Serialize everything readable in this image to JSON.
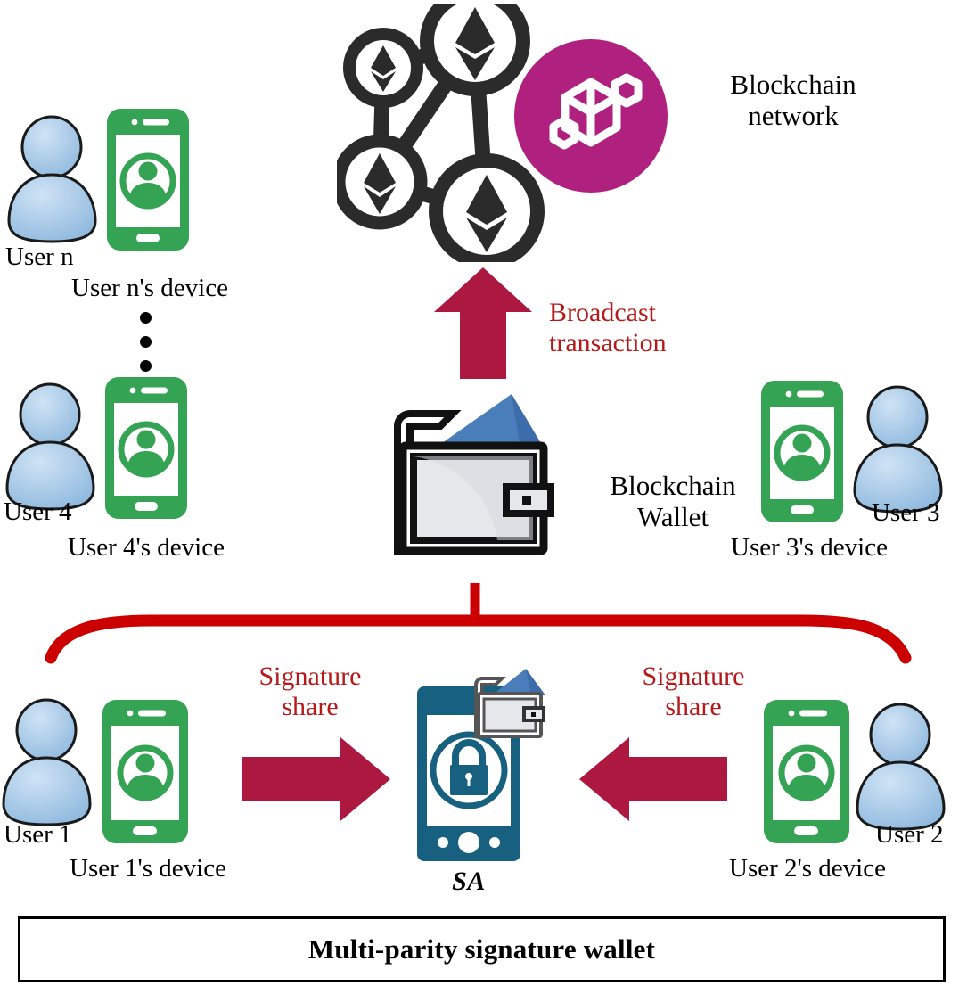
{
  "diagram": {
    "title": "Multi-party signature wallet with blockchain network",
    "colors": {
      "crimson_arrow": "#AD1841",
      "red_bracket": "#CC0000",
      "red_text": "#B51A1A",
      "phone_green": "#34A353",
      "avatar_blue": "#9CC3E4",
      "magenta_badge": "#B0217F",
      "node_dark": "#2B2B2B",
      "wallet_flap_blue": "#4A7EBB",
      "wallet_body_grey": "#E6E7EB",
      "sa_device_teal": "#17607F",
      "outline_black": "#000000"
    }
  },
  "network": {
    "label_line1": "Blockchain",
    "label_line2": "network",
    "badge_icon": "blockchain-cube-icon",
    "node_icon": "ethereum-node-icon",
    "node_count": 4
  },
  "broadcast": {
    "label_line1": "Broadcast",
    "label_line2": "transaction",
    "arrow_icon": "up-arrow-icon"
  },
  "wallet": {
    "label_line1": "Blockchain",
    "label_line2": "Wallet",
    "icon": "wallet-icon"
  },
  "sa": {
    "label": "SA",
    "device_icon": "locked-phone-icon",
    "wallet_overlay_icon": "wallet-icon"
  },
  "users": [
    {
      "id": "user-n",
      "name": "User n",
      "device_label": "User n's device",
      "avatar_icon": "user-avatar-icon",
      "device_icon": "green-phone-icon"
    },
    {
      "id": "user-4",
      "name": "User 4",
      "device_label": "User 4's device",
      "avatar_icon": "user-avatar-icon",
      "device_icon": "green-phone-icon"
    },
    {
      "id": "user-3",
      "name": "User 3",
      "device_label": "User 3's device",
      "avatar_icon": "user-avatar-icon",
      "device_icon": "green-phone-icon"
    },
    {
      "id": "user-1",
      "name": "User 1",
      "device_label": "User 1's device",
      "avatar_icon": "user-avatar-icon",
      "device_icon": "green-phone-icon"
    },
    {
      "id": "user-2",
      "name": "User 2",
      "device_label": "User 2's device",
      "avatar_icon": "user-avatar-icon",
      "device_icon": "green-phone-icon"
    }
  ],
  "ellipsis": {
    "symbol": "vertical-ellipsis",
    "count": 3
  },
  "signature_left": {
    "label_line1": "Signature",
    "label_line2": "share",
    "arrow_icon": "right-arrow-icon"
  },
  "signature_right": {
    "label_line1": "Signature",
    "label_line2": "share",
    "arrow_icon": "left-arrow-icon"
  },
  "bracket": {
    "icon": "red-brace-connector"
  },
  "bottom_box": {
    "title": "Multi-parity signature  wallet"
  }
}
